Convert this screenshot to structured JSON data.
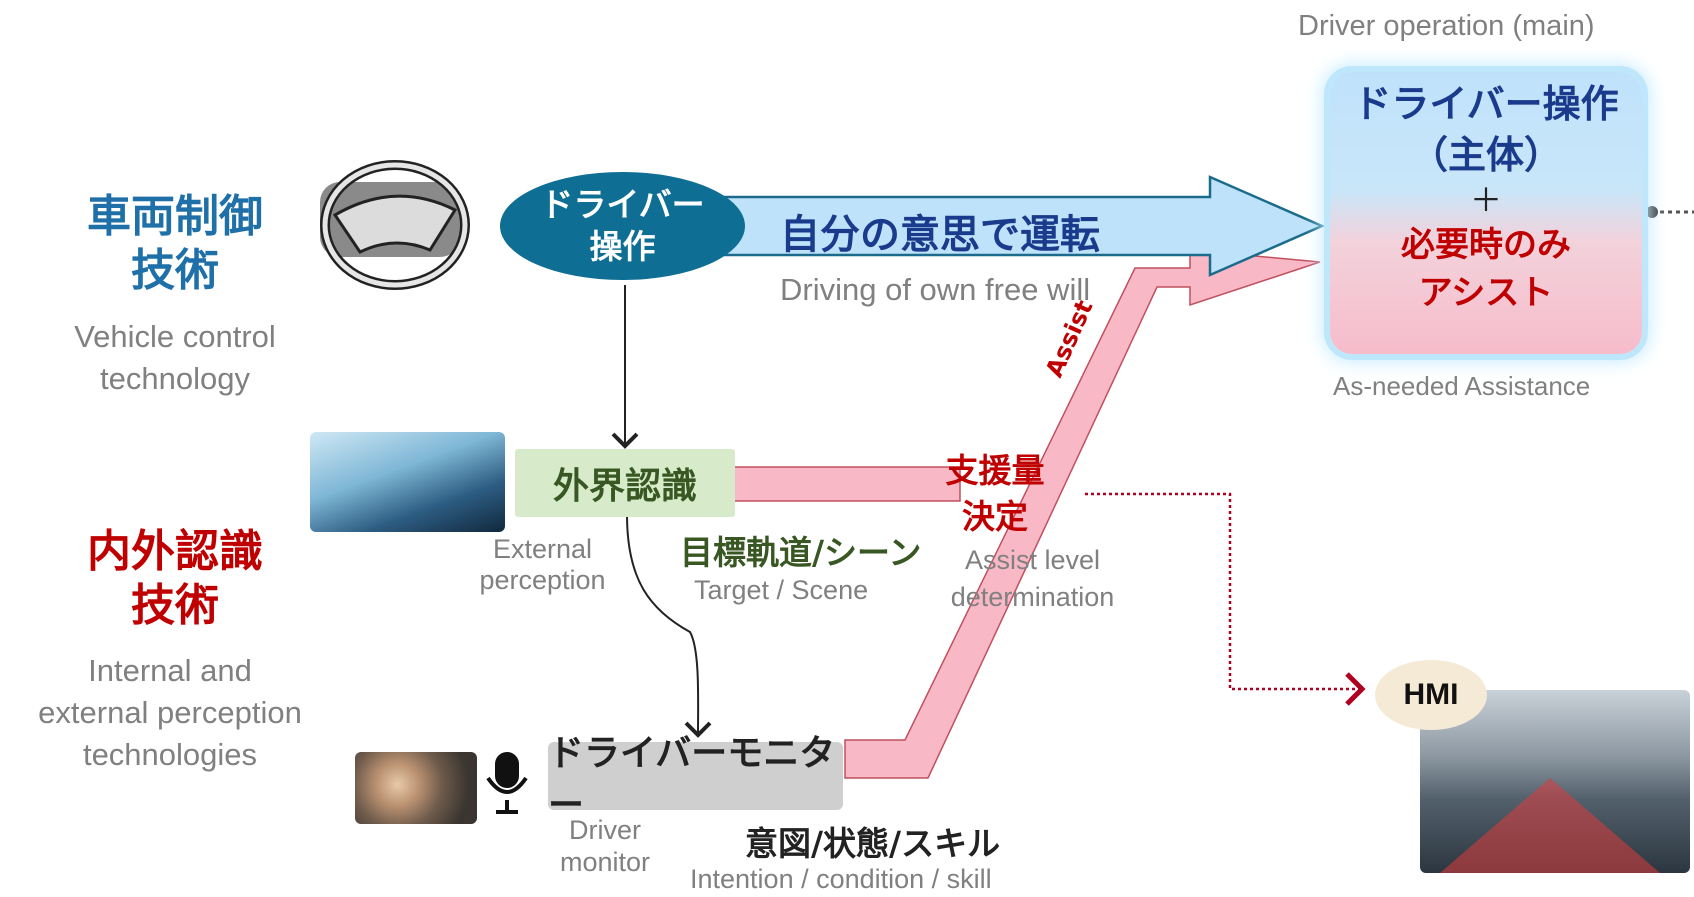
{
  "left": {
    "vehicle_control": {
      "title_line1": "車両制御",
      "title_line2": "技術",
      "subtitle_line1": "Vehicle control",
      "subtitle_line2": "technology"
    },
    "perception": {
      "title_line1": "内外認識",
      "title_line2": "技術",
      "subtitle_line1": "Internal and",
      "subtitle_line2": "external perception",
      "subtitle_line3": "technologies"
    }
  },
  "driver_op": {
    "line1": "ドライバー",
    "line2": "操作"
  },
  "main_arrow": {
    "label": "自分の意思で運転",
    "sublabel": "Driving of own free will"
  },
  "assist_label": "Assist",
  "external": {
    "box": "外界認識",
    "sub_line1": "External",
    "sub_line2": "perception"
  },
  "target": {
    "label": "目標軌道/シーン",
    "sub": "Target / Scene"
  },
  "assist_level": {
    "line1": "支援量",
    "line2": "決定",
    "sub_line1": "Assist level",
    "sub_line2": "determination"
  },
  "monitor": {
    "box": "ドライバーモニター",
    "sub_line1": "Driver",
    "sub_line2": "monitor"
  },
  "intention": {
    "label": "意図/状態/スキル",
    "sub": "Intention / condition / skill"
  },
  "result": {
    "top": "Driver operation (main)",
    "line1": "ドライバー操作",
    "line2": "（主体）",
    "plus": "＋",
    "line3": "必要時のみ",
    "line4": "アシスト",
    "bottom": "As-needed Assistance"
  },
  "hmi": {
    "label": "HMI"
  },
  "icons": [
    "steering-wheel-icon",
    "microphone-icon",
    "hud-photo",
    "driver-face-photo",
    "road-scene-photo"
  ],
  "colors": {
    "blue_title": "#1f6fa8",
    "red_title": "#c00000",
    "pill": "#0e6e94",
    "arrow_blue": "#bfe2fb",
    "arrow_pink": "#f9b8c6",
    "green_box": "#d7ebcb",
    "gray_box": "#cfcfcf"
  }
}
